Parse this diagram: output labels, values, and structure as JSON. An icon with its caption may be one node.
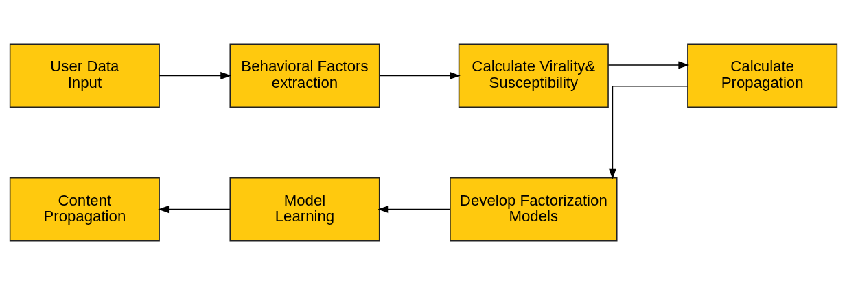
{
  "diagram": {
    "nodes": [
      {
        "text": [
          "User Data Input"
        ]
      },
      {
        "text": [
          "Behavioral Factors extraction"
        ]
      },
      {
        "text": [
          "Calculate Virality& Susceptibility"
        ]
      },
      {
        "text": [
          "Calculate Propagation"
        ]
      },
      {
        "text": [
          "Develop Factorization Models"
        ]
      },
      {
        "text": [
          "Model Learning"
        ]
      },
      {
        "text": [
          "Content Propagation"
        ]
      }
    ],
    "edges": [
      {
        "from": 0,
        "to": 1,
        "arrow": "to"
      },
      {
        "from": 1,
        "to": 2,
        "arrow": "to"
      },
      {
        "from": 2,
        "to": 3,
        "arrow": "to"
      },
      {
        "from": 3,
        "to": 4,
        "arrow": "to"
      },
      {
        "from": 4,
        "to": 5,
        "arrow": "to"
      },
      {
        "from": 5,
        "to": 6,
        "arrow": "to"
      }
    ]
  }
}
